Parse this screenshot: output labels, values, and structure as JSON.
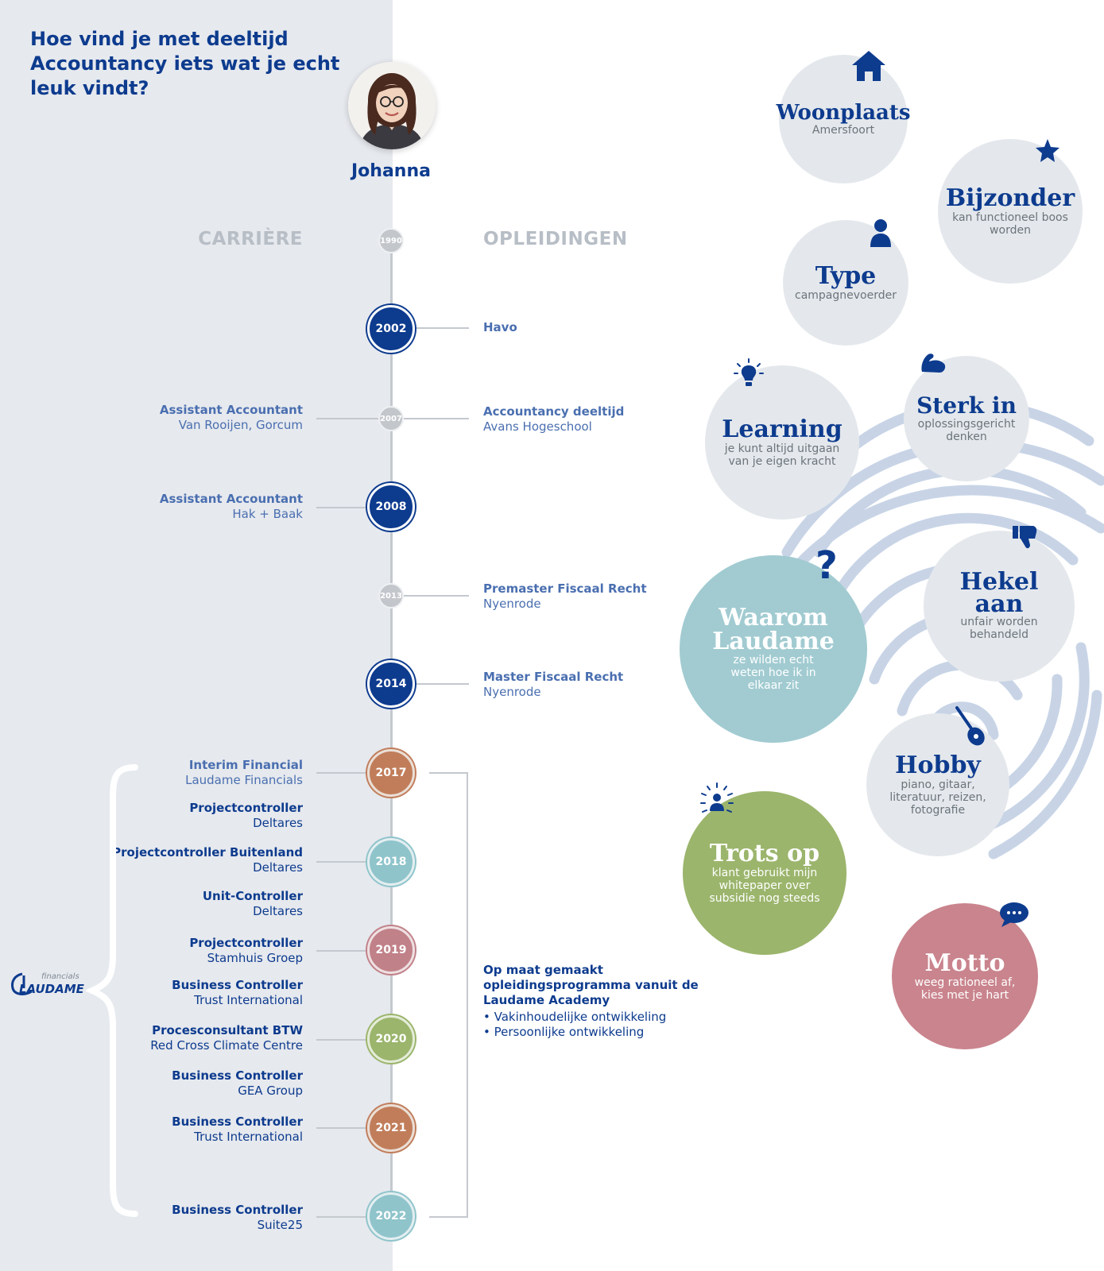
{
  "header": {
    "title": "Hoe vind je met deeltijd Accountancy iets wat je echt leuk vindt?",
    "person_name": "Johanna"
  },
  "columns": {
    "career": "CARRIÈRE",
    "education": "OPLEIDINGEN"
  },
  "timeline": {
    "years": [
      "1990",
      "2002",
      "2007",
      "2008",
      "2013",
      "2014",
      "2017",
      "2018",
      "2019",
      "2020",
      "2021",
      "2022"
    ],
    "career": [
      {
        "title": "Assistant Accountant",
        "org": "Van Rooijen, Gorcum"
      },
      {
        "title": "Assistant Accountant",
        "org": "Hak + Baak"
      },
      {
        "title": "Interim Financial",
        "org": "Laudame Financials"
      },
      {
        "title": "Projectcontroller",
        "org": "Deltares"
      },
      {
        "title": "Projectcontroller Buitenland",
        "org": "Deltares"
      },
      {
        "title": "Unit-Controller",
        "org": "Deltares"
      },
      {
        "title": "Projectcontroller",
        "org": "Stamhuis Groep"
      },
      {
        "title": "Business Controller",
        "org": "Trust International"
      },
      {
        "title": "Procesconsultant BTW",
        "org": "Red Cross Climate Centre"
      },
      {
        "title": "Business Controller",
        "org": "GEA Group"
      },
      {
        "title": "Business Controller",
        "org": "Trust International"
      },
      {
        "title": "Business Controller",
        "org": "Suite25"
      }
    ],
    "education": [
      {
        "title": "Havo",
        "org": ""
      },
      {
        "title": "Accountancy deeltijd",
        "org": "Avans Hogeschool"
      },
      {
        "title": "Premaster Fiscaal Recht",
        "org": "Nyenrode"
      },
      {
        "title": "Master Fiscaal Recht",
        "org": "Nyenrode"
      }
    ],
    "program": {
      "title": "Op maat gemaakt opleidingsprogramma vanuit de Laudame Academy",
      "bullets": [
        "Vakinhoudelijke ontwikkeling",
        "Persoonlijke ontwikkeling"
      ]
    }
  },
  "logo": {
    "small": "financials",
    "brand": "LAUDAME"
  },
  "profile": [
    {
      "title": "Woonplaats",
      "text": "Amersfoort",
      "icon": "house-icon"
    },
    {
      "title": "Bijzonder",
      "text": "kan functioneel boos worden",
      "icon": "star-icon"
    },
    {
      "title": "Type",
      "text": "campagnevoerder",
      "icon": "person-icon"
    },
    {
      "title": "Learning",
      "text": "je kunt altijd uitgaan van je eigen kracht",
      "icon": "lightbulb-icon"
    },
    {
      "title": "Sterk in",
      "text": "oplossingsgericht denken",
      "icon": "muscle-icon"
    },
    {
      "title": "Waarom Laudame",
      "text": "ze wilden echt weten hoe ik in elkaar zit",
      "icon": "question-mark-icon"
    },
    {
      "title": "Hekel aan",
      "text": "unfair worden behandeld",
      "icon": "thumbs-down-icon"
    },
    {
      "title": "Hobby",
      "text": "piano, gitaar, literatuur, reizen, fotografie",
      "icon": "guitar-icon"
    },
    {
      "title": "Trots op",
      "text": "klant gebruikt mijn whitepaper over subsidie nog steeds",
      "icon": "spotlight-person-icon"
    },
    {
      "title": "Motto",
      "text": "weeg rationeel af, kies met je hart",
      "icon": "speech-bubble-icon"
    }
  ],
  "colors": {
    "navy": "#0d3b8e",
    "panel": "#e6e9ee",
    "orange": "#c17d5a",
    "teal": "#8fc4cb",
    "rose": "#c18189",
    "green": "#9bb56c",
    "fingerprint": "#c8d4e6"
  }
}
